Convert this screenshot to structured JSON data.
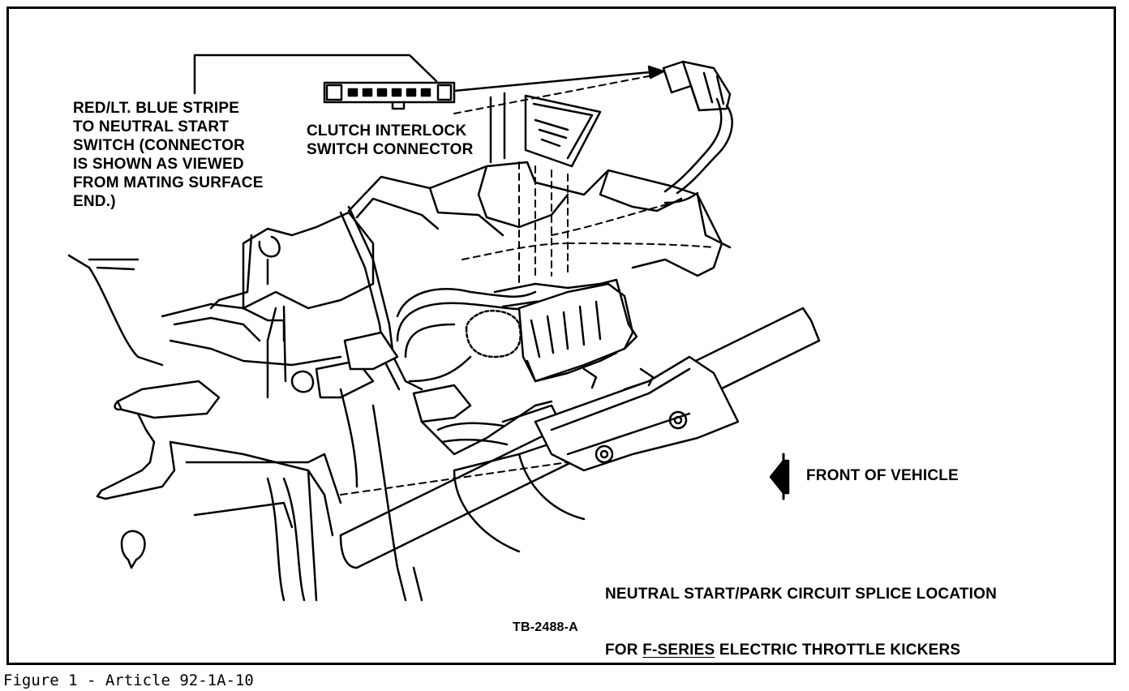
{
  "labels": {
    "neutral_switch": "RED/LT. BLUE STRIPE\nTO NEUTRAL START\nSWITCH (CONNECTOR\nIS SHOWN AS VIEWED\nFROM MATING SURFACE\nEND.)",
    "clutch_connector": "CLUTCH INTERLOCK\nSWITCH CONNECTOR",
    "front_of_vehicle": "FRONT OF VEHICLE",
    "splice_line1": "NEUTRAL START/PARK CIRCUIT SPLICE LOCATION",
    "splice_line2_prefix": "FOR ",
    "splice_line2_underlined": "F-SERIES",
    "splice_line2_suffix": " ELECTRIC THROTTLE KICKERS",
    "drawing_code": "TB-2488-A"
  },
  "caption": "Figure 1 - Article 92-1A-10"
}
